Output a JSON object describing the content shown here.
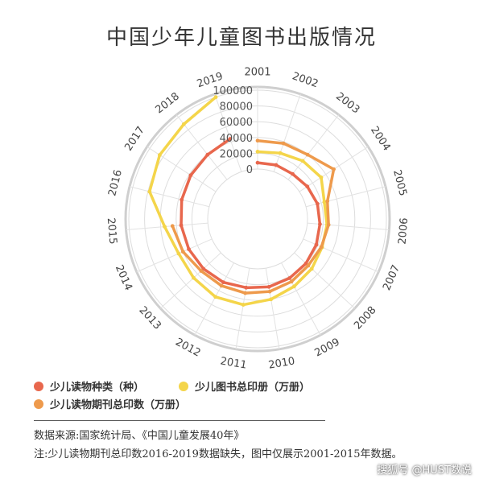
{
  "title": "中国少年儿童图书出版情况",
  "chart_data": {
    "type": "polar-line",
    "categories": [
      "2001",
      "2002",
      "2003",
      "2004",
      "2005",
      "2006",
      "2007",
      "2008",
      "2009",
      "2010",
      "2011",
      "2012",
      "2013",
      "2014",
      "2015",
      "2016",
      "2017",
      "2018",
      "2019"
    ],
    "radial_ticks": [
      "0",
      "20000",
      "40000",
      "60000",
      "80000",
      "100000"
    ],
    "radial_range": [
      0,
      100000
    ],
    "grid": true,
    "legend_position": "bottom-left",
    "series": [
      {
        "name": "少儿读物种类（种）",
        "color": "#e8674d",
        "values": [
          8000,
          9000,
          9000,
          12000,
          15000,
          16000,
          18000,
          20000,
          22000,
          24000,
          25000,
          28000,
          30000,
          32000,
          34000,
          36000,
          38000,
          40000,
          44000
        ]
      },
      {
        "name": "少儿图书总印册（万册）",
        "color": "#f4d54a",
        "values": [
          22000,
          25000,
          30000,
          33000,
          24000,
          25000,
          26000,
          30000,
          34000,
          40000,
          47000,
          49000,
          47000,
          46000,
          55000,
          78000,
          85000,
          89000,
          105000
        ]
      },
      {
        "name": "少儿读物期刊总印数（万册）",
        "color": "#ee9a4c",
        "values": [
          36000,
          38000,
          40000,
          52000,
          28000,
          27000,
          25000,
          24000,
          27000,
          30000,
          32000,
          33000,
          34000,
          40000,
          45000,
          null,
          null,
          null,
          null
        ]
      }
    ]
  },
  "footnotes": {
    "source": "数据来源:国家统计局、《中国儿童发展40年》",
    "note": "注:少儿读物期刊总印数2016-2019数据缺失，图中仅展示2001-2015年数据。"
  },
  "watermark": "搜狐号 @HUST数说"
}
